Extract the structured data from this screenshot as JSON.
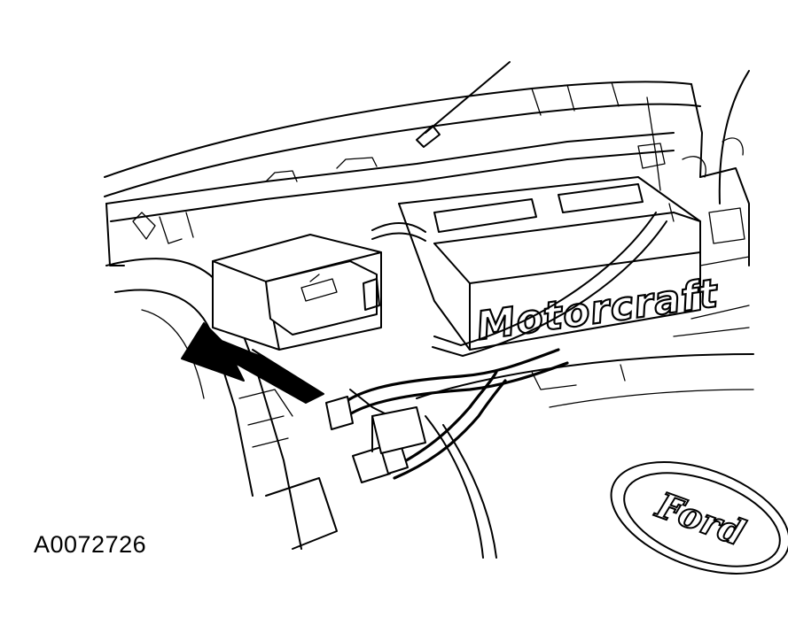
{
  "figure": {
    "id_label": "A0072726",
    "battery_brand": "Motorcraft",
    "emblem_text": "Ford",
    "line_color": "#000000",
    "background_color": "#ffffff"
  }
}
